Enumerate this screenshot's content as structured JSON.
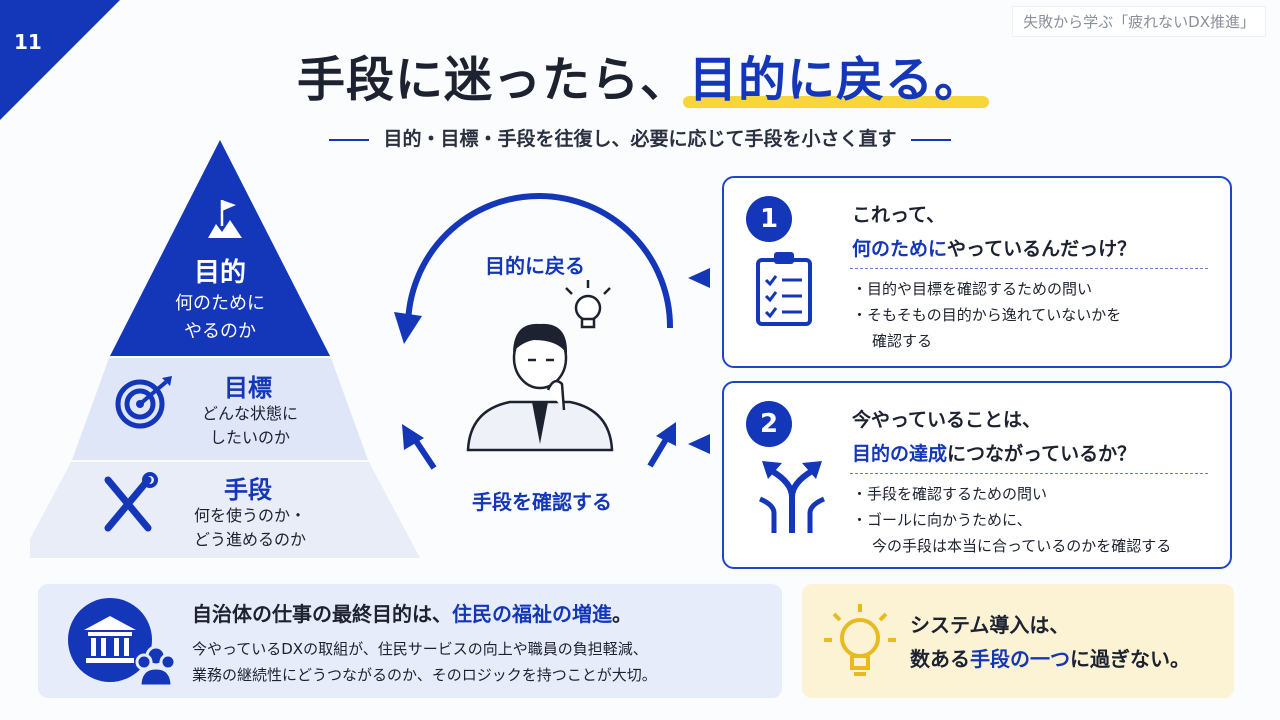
{
  "page_number": "11",
  "series_title": "失敗から学ぶ「疲れないDX推進」",
  "title": {
    "before": "手段に迷ったら、",
    "highlight": "目的に戻る。"
  },
  "subtitle": "目的・目標・手段を往復し、必要に応じて手段を小さく直す",
  "pyramid": {
    "top": {
      "heading": "目的",
      "line1": "何のために",
      "line2": "やるのか",
      "icon": "summit-flag-icon"
    },
    "middle": {
      "heading": "目標",
      "line1": "どんな状態に",
      "line2": "したいのか",
      "icon": "target-arrow-icon"
    },
    "bottom": {
      "heading": "手段",
      "line1": "何を使うのか・",
      "line2": "どう進めるのか",
      "icon": "tools-icon"
    },
    "colors": {
      "top": "#1436b8",
      "middle": "#dfe6f7",
      "bottom": "#e8edf8"
    }
  },
  "cycle": {
    "top_label": "目的に戻る",
    "bottom_label": "手段を確認する",
    "figure_icon": "thinking-person-icon",
    "idea_icon": "lightbulb-icon"
  },
  "cards": [
    {
      "number": "1",
      "question_line1": "これって、",
      "question_blue": "何のために",
      "question_rest": "やっているんだっけ？",
      "bullets": [
        "目的や目標を確認するための問い",
        "そもそもの目的から逸れていないかを"
      ],
      "bullet_continuation": "確認する",
      "icon": "checklist-icon"
    },
    {
      "number": "2",
      "question_line1": "今やっていることは、",
      "question_blue": "目的の達成",
      "question_rest": "につながっているか？",
      "bullets": [
        "手段を確認するための問い",
        "ゴールに向かうために、"
      ],
      "bullet_continuation": "今の手段は本当に合っているのかを確認する",
      "icon": "diverging-arrows-icon"
    }
  ],
  "bottom_left": {
    "head_before": "自治体の仕事の最終目的は、",
    "head_blue": "住民の福祉の増進",
    "head_after": "。",
    "body_line1": "今やっているDXの取組が、住民サービスの向上や職員の負担軽減、",
    "body_line2": "業務の継続性にどうつながるのか、そのロジックを持つことが大切。",
    "icon": "city-hall-residents-icon"
  },
  "bottom_right": {
    "line1": "システム導入は、",
    "line2_before": "数ある",
    "line2_blue": "手段の一つ",
    "line2_after": "に過ぎない。",
    "icon": "lightbulb-icon"
  },
  "accent_color": "#1436b8",
  "highlight_color": "#f6d63a"
}
